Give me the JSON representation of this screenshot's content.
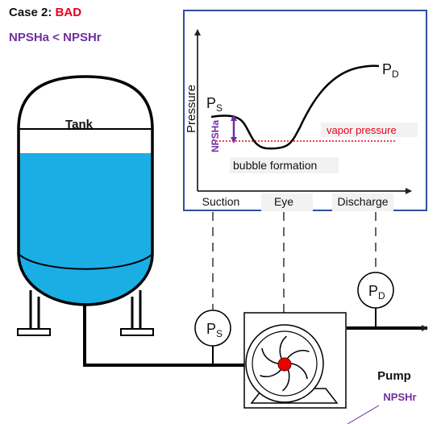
{
  "header": {
    "case_label": "Case 2:",
    "case_status": "BAD",
    "inequality": "NPSHa < NPSHr"
  },
  "tank": {
    "label": "Tank"
  },
  "graph": {
    "y_axis_label": "Pressure",
    "suction_pressure_main": "P",
    "suction_pressure_sub": "S",
    "discharge_pressure_main": "P",
    "discharge_pressure_sub": "D",
    "npsha_label": "NPSHa",
    "vapor_pressure_label": "vapor pressure",
    "bubble_label": "bubble formation",
    "x_ticks": [
      "Suction",
      "Eye",
      "Discharge"
    ]
  },
  "gauges": {
    "suction": {
      "main": "P",
      "sub": "S"
    },
    "discharge": {
      "main": "P",
      "sub": "D"
    }
  },
  "pump": {
    "label": "Pump",
    "npshr_label": "NPSHr"
  },
  "colors": {
    "water": "#1aaee5",
    "vapor_line": "#e8001c",
    "npsh_purple": "#7030a0",
    "graph_border": "#2e4f9e",
    "impeller_center": "#ee0000"
  }
}
